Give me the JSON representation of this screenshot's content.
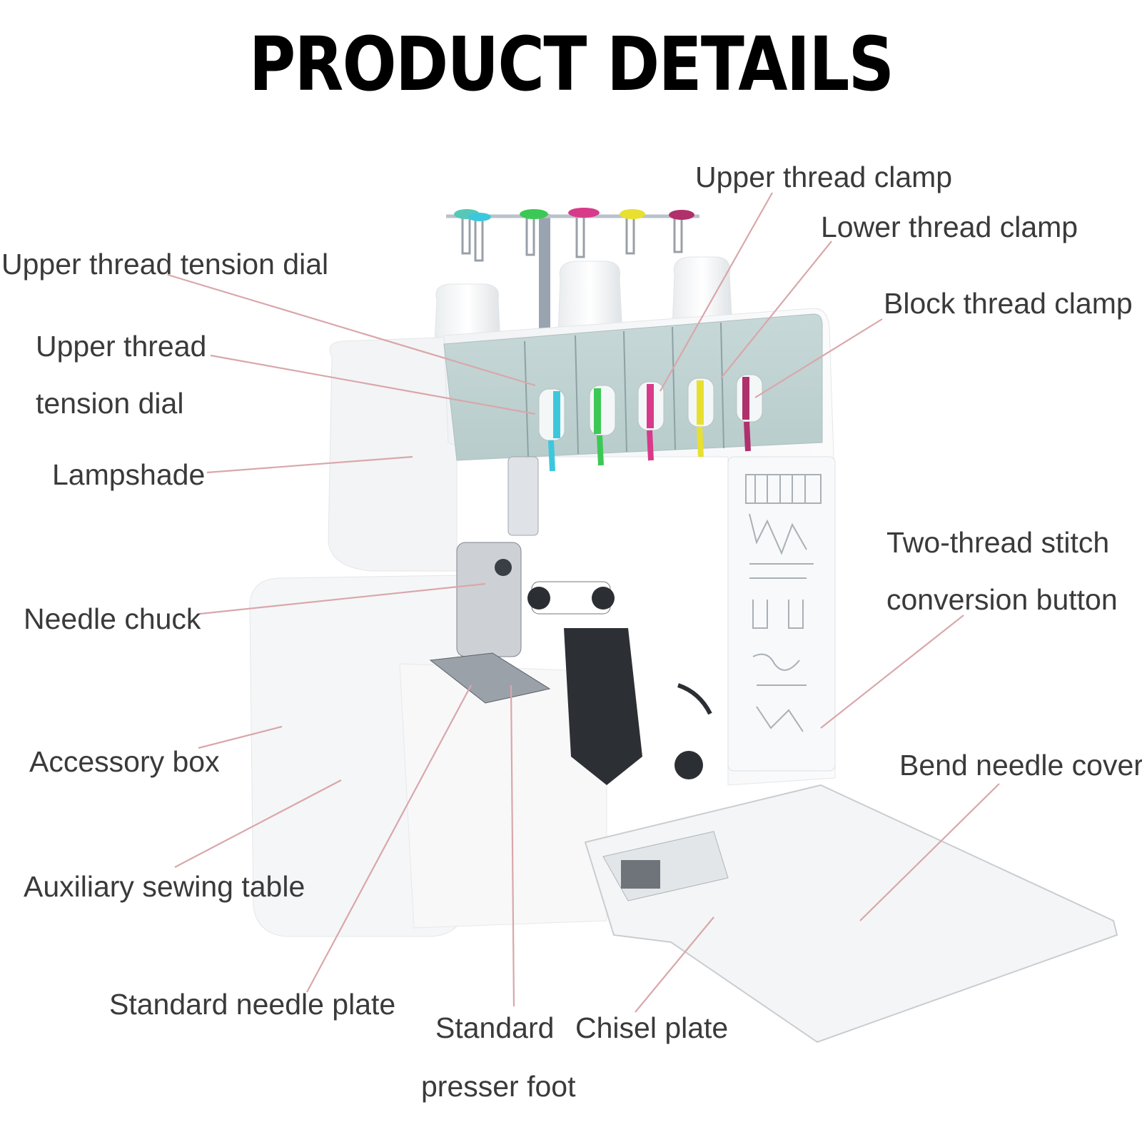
{
  "title": "PRODUCT DETAILS",
  "thread_colors": {
    "cyan": "#3cc8dc",
    "green": "#3cc855",
    "magenta": "#d83a8a",
    "yellow": "#e8e030",
    "purple": "#b0306c"
  },
  "labels": {
    "upper_thread_tension_dial_1": "Upper thread tension dial",
    "upper_thread_line1": "Upper thread",
    "upper_thread_line2": "tension dial",
    "lampshade": "Lampshade",
    "needle_chuck": "Needle chuck",
    "accessory_box": "Accessory box",
    "auxiliary_sewing_table": "Auxiliary sewing table",
    "standard_needle_plate": "Standard needle plate",
    "standard_presser_foot_line1": "Standard",
    "standard_presser_foot_line2": "presser foot",
    "chisel_plate": "Chisel plate",
    "upper_thread_clamp": "Upper thread clamp",
    "lower_thread_clamp": "Lower thread clamp",
    "block_thread_clamp": "Block thread clamp",
    "two_thread_line1": "Two-thread stitch",
    "two_thread_line2": "conversion button",
    "bend_needle_cover": "Bend needle cover"
  }
}
